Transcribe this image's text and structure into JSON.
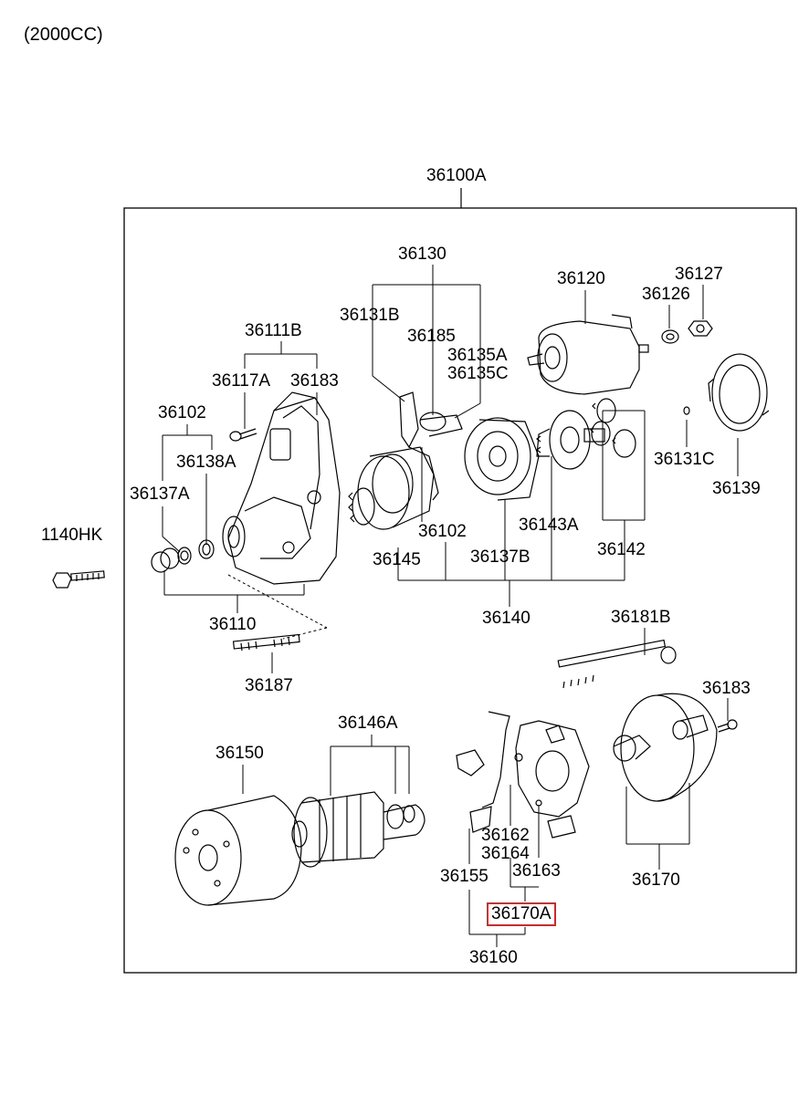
{
  "header": {
    "engine": "(2000CC)"
  },
  "assembly": "36100A",
  "colors": {
    "line": "#000000",
    "highlight": "#e02020"
  },
  "labels": {
    "p36130": "36130",
    "p36120": "36120",
    "p36127": "36127",
    "p36126": "36126",
    "p36131B": "36131B",
    "p36185": "36185",
    "p36135A": "36135A",
    "p36135C": "36135C",
    "p36111B": "36111B",
    "p36117A": "36117A",
    "p36183_top": "36183",
    "p36102_top": "36102",
    "p36138A": "36138A",
    "p36137A": "36137A",
    "p36131C": "36131C",
    "p36139": "36139",
    "p1140HK": "1140HK",
    "p36143A": "36143A",
    "p36102_mid": "36102",
    "p36142": "36142",
    "p36145": "36145",
    "p36137B": "36137B",
    "p36110": "36110",
    "p36140": "36140",
    "p36181B": "36181B",
    "p36187": "36187",
    "p36183_bot": "36183",
    "p36146A": "36146A",
    "p36150": "36150",
    "p36162": "36162",
    "p36164": "36164",
    "p36155": "36155",
    "p36163": "36163",
    "p36170": "36170",
    "p36170A": "36170A",
    "p36160": "36160"
  }
}
